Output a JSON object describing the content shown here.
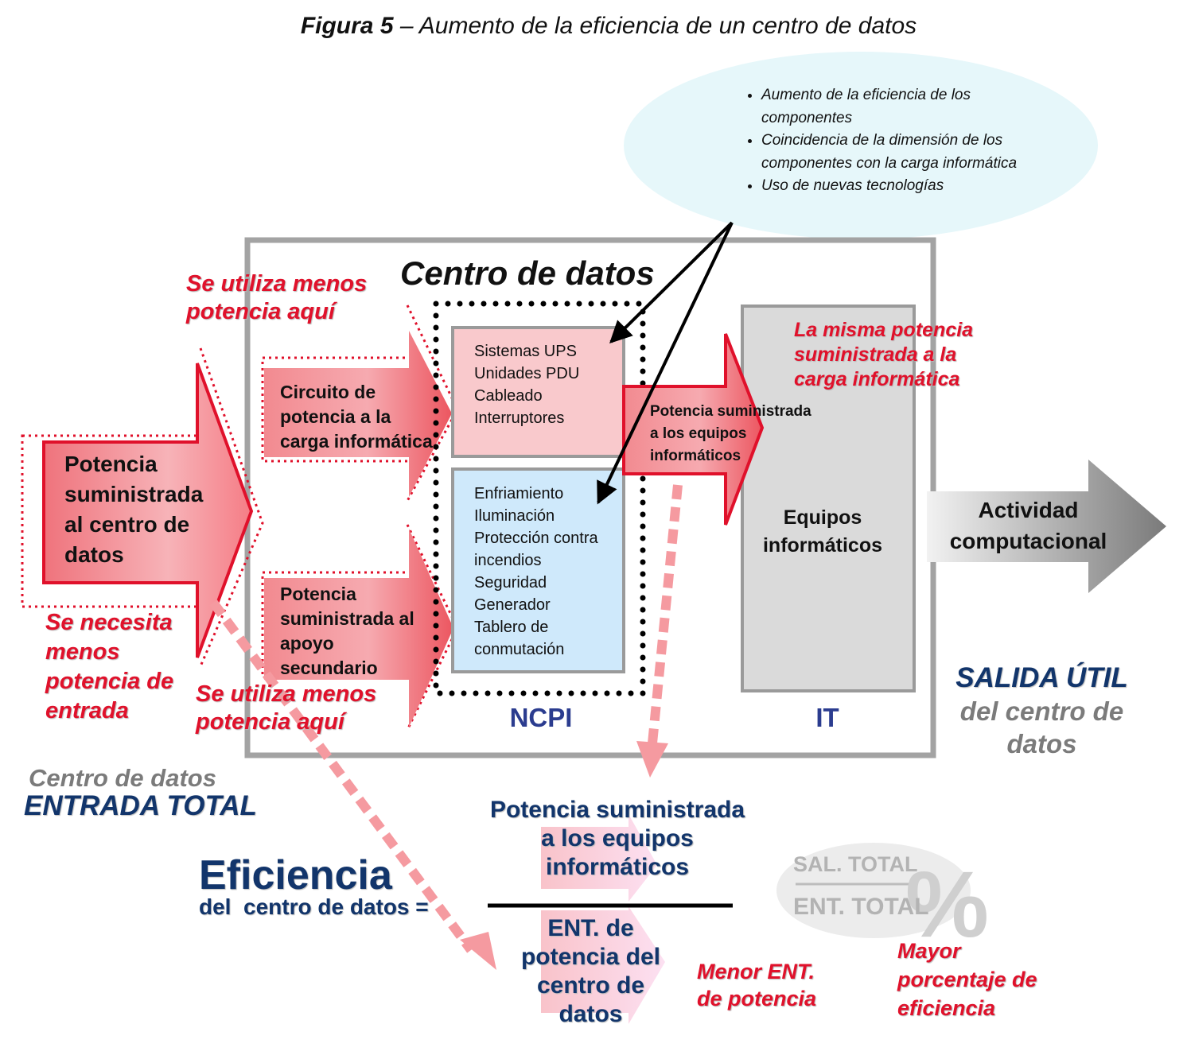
{
  "figure": {
    "label": "Figura 5",
    "title": " – Aumento de la eficiencia de un centro de datos"
  },
  "ellipse": {
    "items": [
      "Aumento de la eficiencia de los componentes",
      "Coincidencia de la dimensión de los componentes con la carga informática",
      "Uso de nuevas tecnologías"
    ]
  },
  "datacenter": {
    "title": "Centro de datos"
  },
  "arrows": {
    "input": "Potencia suministrada al centro de datos",
    "circuit": "Circuito de potencia a la carga informática",
    "secondary": "Potencia suministrada al apoyo secundario",
    "it_power": "Potencia suministrada a los equipos informáticos",
    "output": "Actividad computacional"
  },
  "boxes": {
    "ups": [
      "Sistemas UPS",
      "Unidades PDU",
      "Cableado",
      "Interruptores"
    ],
    "cooling": [
      "Enfriamiento",
      "Iluminación",
      "Protección contra incendios",
      "Seguridad",
      "Generador",
      "Tablero de conmutación"
    ],
    "it_label": "Equipos informáticos"
  },
  "labels": {
    "less_power_top": "Se utiliza menos potencia aquí",
    "less_power_bottom": "Se utiliza menos potencia aquí",
    "less_input": "Se necesita menos potencia de entrada",
    "same_power": "La misma potencia suministrada a la carga informática",
    "ncpi": "NCPI",
    "it": "IT",
    "salida_line1": "SALIDA ÚTIL",
    "salida_line2": "del centro de datos",
    "entrada_line1": "Centro de datos",
    "entrada_line2": "ENTRADA TOTAL"
  },
  "formula": {
    "eficiencia": "Eficiencia",
    "subtitle": "del  centro de datos =",
    "numerator": "Potencia suministrada a los equipos informáticos",
    "denominator": "ENT. de potencia del centro de datos",
    "sal_total": "SAL. TOTAL",
    "ent_total": "ENT. TOTAL",
    "percent": "%",
    "menor": "Menor ENT. de potencia",
    "mayor": "Mayor porcentaje de eficiencia"
  },
  "colors": {
    "accent_red": "#e0112b",
    "navy": "#12356b",
    "ncpi_blue": "#2b3c8f",
    "ellipse_fill": "#e6f7fa",
    "ups_fill": "#f9c9cc",
    "cooling_fill": "#cfe9fb",
    "it_fill": "#dadada"
  }
}
